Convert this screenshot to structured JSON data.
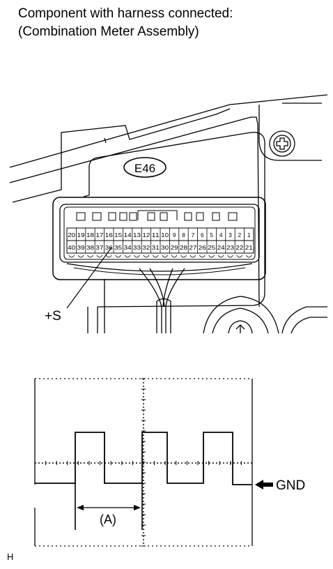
{
  "header": {
    "line1": "Component with harness connected:",
    "line2": "(Combination Meter Assembly)"
  },
  "connector": {
    "code": "E46",
    "top_row": [
      "20",
      "19",
      "18",
      "17",
      "16",
      "15",
      "14",
      "13",
      "12",
      "11",
      "10",
      "9",
      "8",
      "7",
      "6",
      "5",
      "4",
      "3",
      "2",
      "1"
    ],
    "bottom_row": [
      "40",
      "39",
      "38",
      "37",
      "36",
      "35",
      "34",
      "33",
      "32",
      "31",
      "30",
      "29",
      "28",
      "27",
      "26",
      "25",
      "24",
      "23",
      "22",
      "21"
    ],
    "terminal_label": "+S"
  },
  "waveform": {
    "gnd_label": "GND",
    "period_label": "(A)"
  },
  "footer": {
    "code": "H"
  },
  "icons": {
    "screw": "screw-head-icon",
    "arrow": "arrow-left-icon"
  }
}
